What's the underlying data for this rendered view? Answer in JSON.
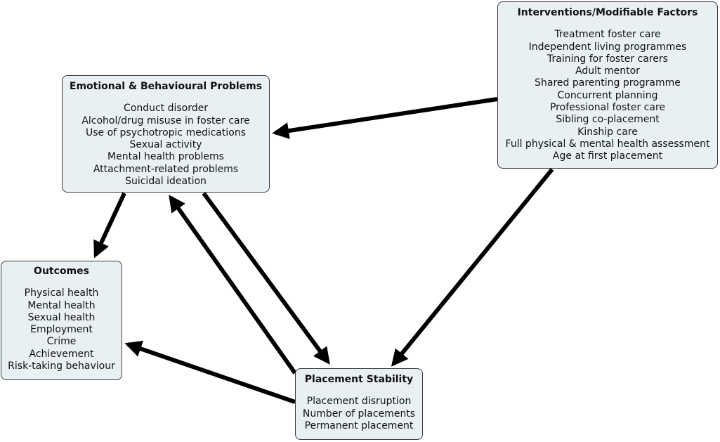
{
  "interventions": {
    "title": "Interventions/Modifiable Factors",
    "items": [
      "Treatment foster care",
      "Independent living programmes",
      "Training for foster carers",
      "Adult mentor",
      "Shared parenting programme",
      "Concurrent planning",
      "Professional foster care",
      "Sibling co-placement",
      "Kinship care",
      "Full physical & mental health assessment",
      "Age at first placement"
    ]
  },
  "emotional": {
    "title": "Emotional & Behavioural Problems",
    "items": [
      "Conduct disorder",
      "Alcohol/drug misuse in foster care",
      "Use of psychotropic medications",
      "Sexual activity",
      "Mental health problems",
      "Attachment-related problems",
      "Suicidal ideation"
    ]
  },
  "outcomes": {
    "title": "Outcomes",
    "items": [
      "Physical health",
      "Mental health",
      "Sexual health",
      "Employment",
      "Crime",
      "Achievement",
      "Risk-taking behaviour"
    ]
  },
  "placement": {
    "title": "Placement Stability",
    "items": [
      "Placement disruption",
      "Number of placements",
      "Permanent placement"
    ]
  }
}
